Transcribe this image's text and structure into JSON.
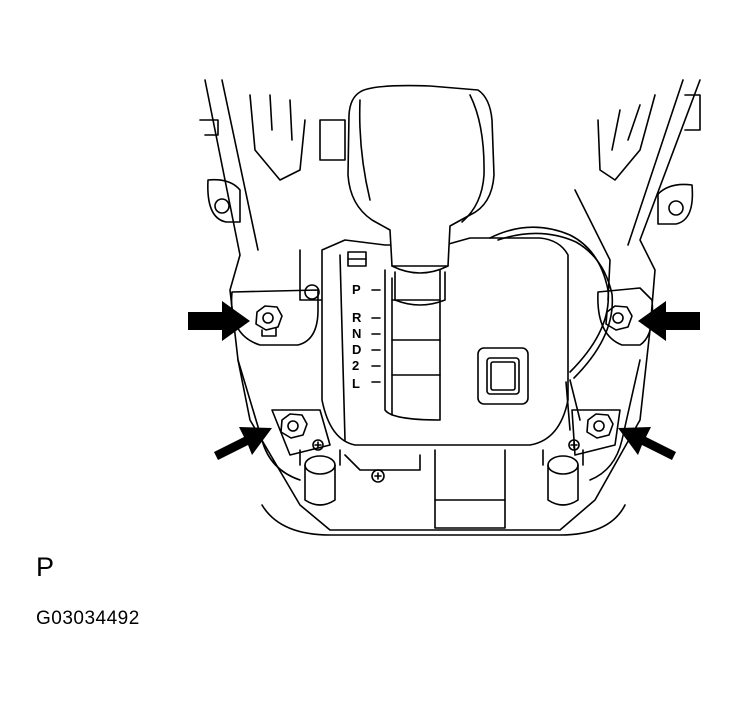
{
  "shift_gate": {
    "positions": [
      "P",
      "R",
      "N",
      "D",
      "2",
      "L"
    ]
  },
  "callout_arrows": [
    "upper-left-nut",
    "upper-right-nut",
    "lower-left-nut",
    "lower-right-nut"
  ],
  "caption": {
    "position_letter": "P",
    "figure_code": "G03034492"
  },
  "colors": {
    "line": "#000000",
    "background": "#ffffff"
  }
}
